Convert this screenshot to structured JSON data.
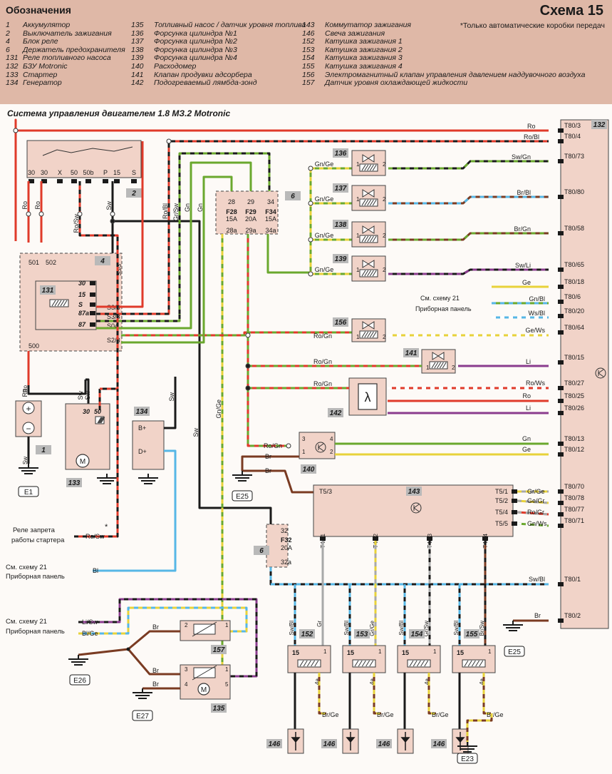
{
  "header": {
    "title": "Обозначения",
    "scheme": "Схема 15",
    "note": "*Только автоматические коробки передач"
  },
  "legend_columns": [
    [
      {
        "num": "1",
        "label": "Аккумулятор"
      },
      {
        "num": "2",
        "label": "Выключатель зажигания"
      },
      {
        "num": "4",
        "label": "Блок реле"
      },
      {
        "num": "6",
        "label": "Держатель предохранителя"
      },
      {
        "num": "131",
        "label": "Реле топливного насоса"
      },
      {
        "num": "132",
        "label": "БЗУ Motronic"
      },
      {
        "num": "133",
        "label": "Стартер"
      },
      {
        "num": "134",
        "label": "Генератор"
      }
    ],
    [
      {
        "num": "135",
        "label": "Топливный насос / датчик уровня топлива"
      },
      {
        "num": "136",
        "label": "Форсунка цилиндра №1"
      },
      {
        "num": "137",
        "label": "Форсунка цилиндра №2"
      },
      {
        "num": "138",
        "label": "Форсунка цилиндра №3"
      },
      {
        "num": "139",
        "label": "Форсунка цилиндра №4"
      },
      {
        "num": "140",
        "label": "Расходомер"
      },
      {
        "num": "141",
        "label": "Клапан продувки адсорбера"
      },
      {
        "num": "142",
        "label": "Подогреваемый лямбда-зонд"
      }
    ],
    [
      {
        "num": "143",
        "label": "Коммутатор зажигания"
      },
      {
        "num": "146",
        "label": "Свеча зажигания"
      },
      {
        "num": "152",
        "label": "Катушка зажигания 1"
      },
      {
        "num": "153",
        "label": "Катушка зажигания 2"
      },
      {
        "num": "154",
        "label": "Катушка зажигания 3"
      },
      {
        "num": "155",
        "label": "Катушка зажигания 4"
      },
      {
        "num": "156",
        "label": "Электромагнитный клапан управления давлением наддувочного воздуха"
      },
      {
        "num": "157",
        "label": "Датчик уровня охлаждающей жидкости"
      }
    ]
  ],
  "system_title": "Система управления двигателем 1.8 МЗ.2 Motronic",
  "ecu": {
    "id": "132",
    "pins": [
      {
        "pin": "T80/3",
        "wire": "Ro"
      },
      {
        "pin": "T80/4",
        "wire": "Ro/Bl"
      },
      {
        "pin": "T80/73",
        "wire": "Sw/Gn"
      },
      {
        "pin": "T80/80",
        "wire": "Br/Bl"
      },
      {
        "pin": "T80/58",
        "wire": "Br/Gn"
      },
      {
        "pin": "T80/65",
        "wire": "Sw/Li"
      },
      {
        "pin": "T80/18",
        "wire": "Ge"
      },
      {
        "pin": "T80/6",
        "wire": "Gn/Bl"
      },
      {
        "pin": "T80/20",
        "wire": "Ws/Bl"
      },
      {
        "pin": "T80/64",
        "wire": "Ge/Ws"
      },
      {
        "pin": "T80/15",
        "wire": "Li"
      },
      {
        "pin": "T80/27",
        "wire": "Ro/Ws"
      },
      {
        "pin": "T80/25",
        "wire": "Ro"
      },
      {
        "pin": "T80/26",
        "wire": "Li"
      },
      {
        "pin": "T80/13",
        "wire": "Gn"
      },
      {
        "pin": "T80/12",
        "wire": "Ge"
      },
      {
        "pin": "T80/70",
        "wire": "Gr/Ge"
      },
      {
        "pin": "T80/78",
        "wire": "Ge/Gr"
      },
      {
        "pin": "T80/77",
        "wire": "Ro/Gr"
      },
      {
        "pin": "T80/71",
        "wire": "Gn/Ws"
      },
      {
        "pin": "T80/1",
        "wire": "Sw/Bl"
      },
      {
        "pin": "T80/2",
        "wire": "Br"
      }
    ]
  },
  "ignition_switch": {
    "id": "2",
    "terminals": [
      "30",
      "30",
      "X",
      "50",
      "50b",
      "P",
      "15",
      "S"
    ]
  },
  "relay_box": {
    "id": "4",
    "labels": [
      "501",
      "502",
      "S3/3",
      "S3/6",
      "S3/3",
      "S04",
      "S2/3",
      "500"
    ]
  },
  "fuel_pump_relay": {
    "id": "131",
    "pins": [
      "30",
      "15",
      "S",
      "87a",
      "87"
    ]
  },
  "fuse_holder": {
    "id": "6",
    "fuses": [
      {
        "name": "F28",
        "rating": "15A",
        "in": "28",
        "out": "28a"
      },
      {
        "name": "F29",
        "rating": "20A",
        "in": "29",
        "out": "29a"
      },
      {
        "name": "F34",
        "rating": "15A",
        "in": "34",
        "out": "34a"
      }
    ]
  },
  "fuse_f32": {
    "id": "6",
    "name": "F32",
    "rating": "20A",
    "in": "32",
    "out": "32a"
  },
  "injectors": [
    {
      "id": "136",
      "wire_in": "Gn/Ge",
      "wire_out": "Sw/Gn"
    },
    {
      "id": "137",
      "wire_in": "Gn/Ge",
      "wire_out": "Br/Bl"
    },
    {
      "id": "138",
      "wire_in": "Gn/Ge",
      "wire_out": "Br/Gn"
    },
    {
      "id": "139",
      "wire_in": "Gn/Ge",
      "wire_out": "Sw/Li"
    }
  ],
  "dashboard_ref": {
    "line1": "См. схему 21",
    "line2": "Приборная панель"
  },
  "valve_156": {
    "id": "156",
    "wire_in": "Ro/Gn",
    "wire_out": "Ge/Ws"
  },
  "valve_141": {
    "id": "141",
    "wire_in": "Ro/Gn",
    "wire_out": "Li"
  },
  "lambda_142": {
    "id": "142",
    "wire_in": "Ro/Gn",
    "symbol": "λ"
  },
  "airflow_140": {
    "id": "140",
    "wires": [
      "Ro/Gn",
      "Br",
      "Br"
    ],
    "pins": [
      "3",
      "1",
      "4",
      "2"
    ]
  },
  "ignition_module": {
    "id": "143",
    "left_pin": "T5/3",
    "right_pins": [
      "T5/1",
      "T5/2",
      "T5/4",
      "T5/5"
    ],
    "bottom_pins": [
      "T4a/1",
      "T4a/2",
      "T4a/3",
      "T4a/4"
    ]
  },
  "battery": {
    "id": "1",
    "ground": "E1",
    "wire_top": "Ro",
    "wire_bottom": "Sw"
  },
  "starter": {
    "id": "133",
    "terminals": [
      "30",
      "50"
    ],
    "motor": "M"
  },
  "alternator": {
    "id": "134",
    "terminals": [
      "B+",
      "D+"
    ]
  },
  "starter_lock_relay": {
    "line1": "Реле запрета",
    "line2": "работы стартера",
    "wire": "Ro/Sw",
    "mark": "*"
  },
  "dash_bl_wire": "Bl",
  "dash_wires_2": [
    "Li/Sw",
    "Bl/Ge"
  ],
  "coolant_sensor": {
    "id": "157",
    "pins": [
      "2",
      "1"
    ],
    "wire": "Br"
  },
  "fuel_pump": {
    "id": "135",
    "pins": [
      "3",
      "1",
      "4",
      "5"
    ],
    "motor": "M",
    "wires": [
      "Br",
      "Br"
    ]
  },
  "coils": [
    {
      "id": "152",
      "wire_top": "Sw/Bl",
      "wire_top2": "Gr",
      "pin_left": "15",
      "pin_right": "1",
      "pin_bottom": "4a"
    },
    {
      "id": "153",
      "wire_top": "Sw/Bl",
      "wire_top2": "Gr/Ge",
      "pin_left": "15",
      "pin_right": "1",
      "pin_bottom": "4a"
    },
    {
      "id": "154",
      "wire_top": "Sw/Bl",
      "wire_top2": "Gr/Sw",
      "pin_left": "15",
      "pin_right": "1",
      "pin_bottom": "4a"
    },
    {
      "id": "155",
      "wire_top": "Sw/Bl",
      "wire_top2": "Br/Sw",
      "pin_left": "15",
      "pin_right": "1",
      "pin_bottom": "4a"
    }
  ],
  "coil_bottom_wires": [
    "Br/Ge",
    "Br/Ge",
    "Br/Ge",
    "Br/Ge"
  ],
  "spark_plug_id": "146",
  "grounds": [
    "E25",
    "E25",
    "E26",
    "E27",
    "E23"
  ],
  "wire_labels": {
    "ro": "Ro",
    "ro_bl": "Ro/Bl",
    "ro_sw": "Ro/Sw",
    "sw": "Sw",
    "gr_sw": "Gr/Sw",
    "gn": "Gn",
    "gn_ge": "Gn/Ge",
    "sw_bl": "Sw/Bl",
    "ro_gn": "Ro/Gn",
    "br": "Br"
  },
  "colors": {
    "header_bg": "#dfb8a7",
    "component_fill": "#f1d3c8",
    "component_stroke": "#444444",
    "red": "#e03a2a",
    "green": "#6aa82e",
    "black": "#1a1a1a",
    "brown": "#7a3b22",
    "blue": "#56b7e6",
    "yellow": "#e8d23a",
    "purple": "#8a3c8e",
    "grey": "#a8a8a8",
    "white": "#ffffff"
  }
}
